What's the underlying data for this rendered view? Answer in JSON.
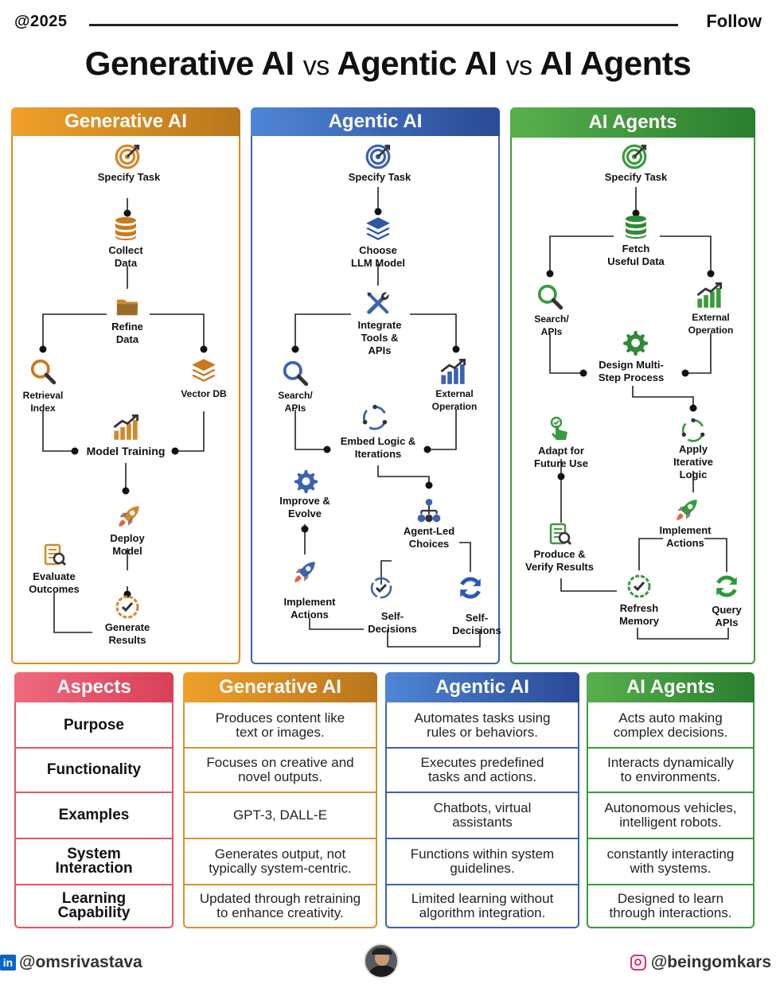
{
  "header": {
    "year": "@2025",
    "follow": "Follow"
  },
  "title": {
    "part1": "Generative AI",
    "vs1": "vs",
    "part2": "Agentic AI",
    "vs2": "vs",
    "part3": "AI Agents"
  },
  "colors": {
    "generative": "#e08a1e",
    "agentic": "#3a62b0",
    "agents": "#3a9a3e",
    "aspects": "#e0556b"
  },
  "icons": [
    "target-icon",
    "database-icon",
    "folder-icon",
    "magnifier-icon",
    "layers-icon",
    "bar-chart-icon",
    "rocket-icon",
    "evaluate-icon",
    "check-badge-icon",
    "tools-icon",
    "cycle-icon",
    "gear-icon",
    "hierarchy-icon",
    "sync-icon",
    "hand-click-icon",
    "refresh-icon"
  ],
  "generative": {
    "header": "Generative AI",
    "specify": "Specify Task",
    "collect": "Collect\nData",
    "refine": "Refine\nData",
    "retrieval": "Retrieval\nIndex",
    "vectordb": "Vector DB",
    "training": "Model Training",
    "deploy": "Deploy\nModel",
    "evaluate": "Evaluate\nOutcomes",
    "results": "Generate\nResults"
  },
  "agentic": {
    "header": "Agentic AI",
    "specify": "Specify Task",
    "choose": "Choose\nLLM Model",
    "integrate": "Integrate\nTools &\nAPIs",
    "search": "Search/\nAPIs",
    "external": "External\nOperation",
    "embed": "Embed Logic &\nIterations",
    "improve": "Improve &\nEvolve",
    "choices": "Agent-Led\nChoices",
    "implement": "Implement\nActions",
    "self1": "Self-\nDecisions",
    "self2": "Self-\nDecisions"
  },
  "agents": {
    "header": "AI Agents",
    "specify": "Specify Task",
    "fetch": "Fetch\nUseful Data",
    "search": "Search/\nAPIs",
    "external": "External\nOperation",
    "design": "Design Multi-\nStep Process",
    "adapt": "Adapt for\nFuture Use",
    "iterative": "Apply Iterative\nLogic",
    "implement": "Implement\nActions",
    "produce": "Produce &\nVerify Results",
    "refresh": "Refresh\nMemory",
    "query": "Query\nAPIs"
  },
  "table": {
    "aspects_header": "Aspects",
    "aspects": [
      "Purpose",
      "Functionality",
      "Examples",
      "System\nInteraction",
      "Learning\nCapability"
    ],
    "generative_header": "Generative AI",
    "generative": [
      "Produces content like\ntext or images.",
      "Focuses on creative and\nnovel outputs.",
      "GPT-3, DALL-E",
      "Generates output, not\ntypically system-centric.",
      "Updated through retraining\nto enhance creativity."
    ],
    "agentic_header": "Agentic AI",
    "agentic": [
      "Automates tasks using\nrules or behaviors.",
      "Executes predefined\ntasks and actions.",
      "Chatbots, virtual\nassistants",
      "Functions within system\nguidelines.",
      "Limited learning without\nalgorithm integration."
    ],
    "agents_header": "AI Agents",
    "agents": [
      "Acts auto making\ncomplex decisions.",
      "Interacts dynamically\nto environments.",
      "Autonomous vehicles,\nintelligent robots.",
      "constantly interacting\nwith systems.",
      "Designed to learn\nthrough interactions."
    ]
  },
  "footer": {
    "linkedin_badge": "in",
    "linkedin": "@omsrivastava",
    "instagram": "@beingomkars"
  }
}
